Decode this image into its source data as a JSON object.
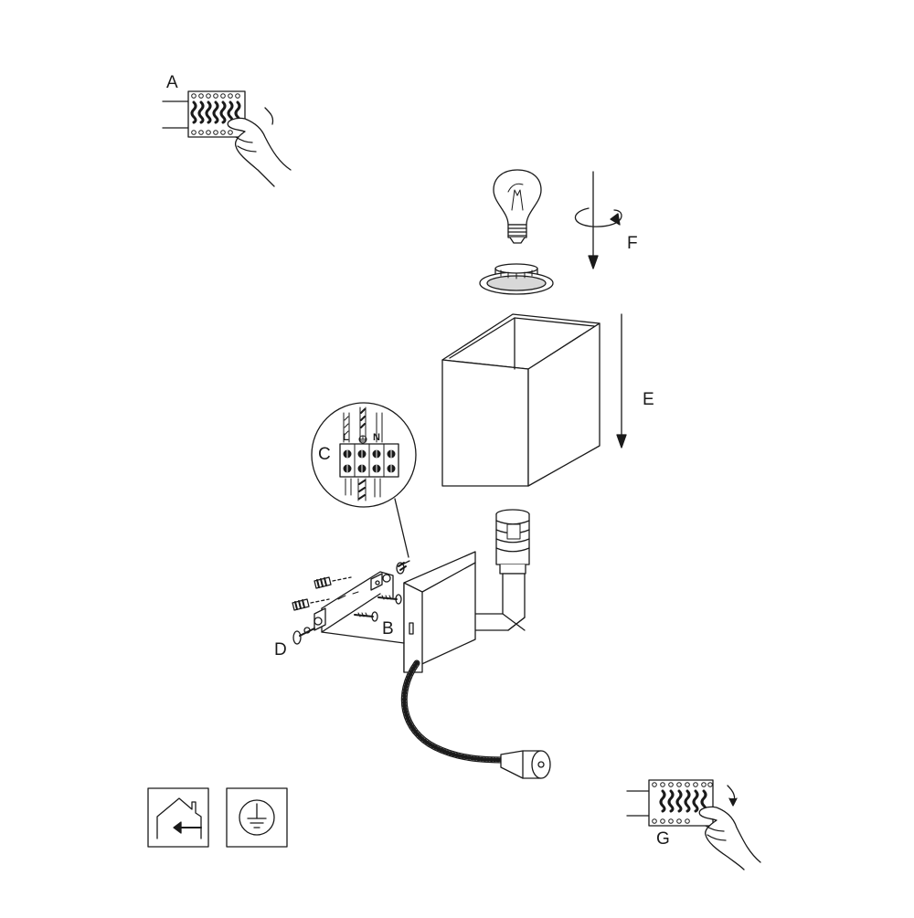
{
  "labels": {
    "a": "A",
    "b": "B",
    "c": "C",
    "d": "D",
    "e": "E",
    "f": "F",
    "g": "G"
  },
  "terminal": {
    "live": "L",
    "neutral": "N"
  },
  "icons": {
    "indoor": "indoor-use-house-icon",
    "earth": "protective-earth-icon"
  },
  "colors": {
    "line": "#1a1a1a",
    "box_fill": "#ffffff",
    "shade": "#d8d8d8"
  }
}
